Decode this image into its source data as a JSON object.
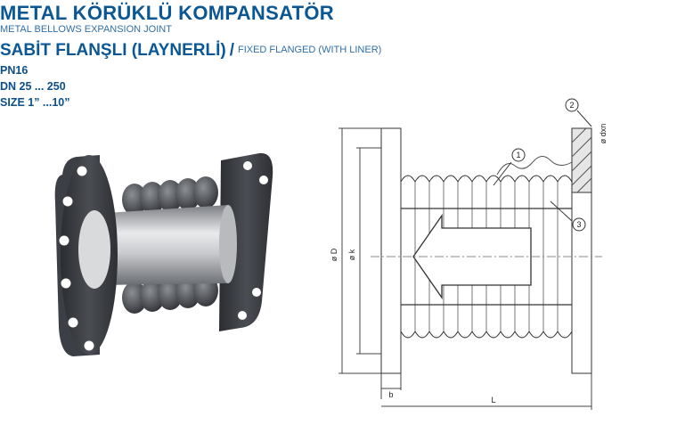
{
  "header": {
    "title_tr": "METAL KÖRÜKLÜ KOMPANSATÖR",
    "title_en": "METAL BELLOWS EXPANSION JOINT",
    "subtitle_tr": "SABİT FLANŞLI (LAYNERLİ)",
    "subtitle_sep": "/",
    "subtitle_en": "FIXED FLANGED (WITH LINER)"
  },
  "specs": {
    "pressure": "PN16",
    "dn_range": "DN 25 ... 250",
    "size_range": "SIZE 1” ...10”"
  },
  "drawing": {
    "callouts": [
      "1",
      "2",
      "3"
    ],
    "dims": {
      "D": "ø D",
      "k": "ø k",
      "dxn": "ø dxn",
      "b": "b",
      "L": "L"
    }
  },
  "colors": {
    "title_blue": "#0b5794",
    "text_blue": "#2f6fa8",
    "flange": "#3b3e44",
    "line": "#333333"
  }
}
